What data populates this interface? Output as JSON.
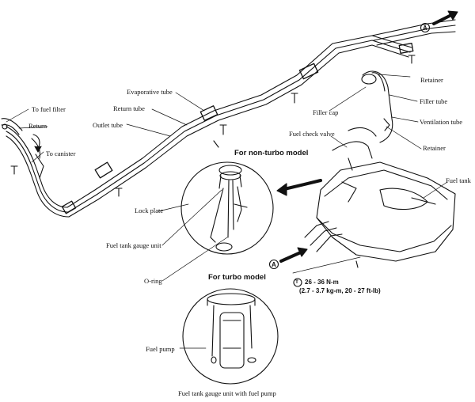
{
  "labels": {
    "to_fuel_filter": "To fuel filter",
    "return_left": "Return",
    "to_canister": "To canister",
    "evaporative_tube": "Evaporative tube",
    "return_tube": "Return tube",
    "outlet_tube": "Outlet tube",
    "retainer_top": "Retainer",
    "filler_cap": "Filler cap",
    "filler_tube": "Filler tube",
    "ventilation_tube": "Ventilation tube",
    "fuel_check_valve": "Fuel check valve",
    "retainer_bottom": "Retainer",
    "fuel_tank": "Fuel tank",
    "non_turbo_title": "For non-turbo model",
    "lock_plate": "Lock plate",
    "fuel_tank_gauge_unit": "Fuel tank gauge unit",
    "o_ring": "O-ring",
    "turbo_title": "For turbo model",
    "fuel_pump": "Fuel pump",
    "gauge_unit_with_pump": "Fuel tank gauge unit with fuel pump",
    "marker_a_top": "A",
    "marker_a_bottom": "A",
    "torque_symbol": "T",
    "torque_line1": "26 - 36 N-m",
    "torque_line2": "(2.7 - 3.7 kg-m, 20 - 27 ft-lb)"
  },
  "colors": {
    "line": "#111111",
    "background": "#ffffff"
  }
}
